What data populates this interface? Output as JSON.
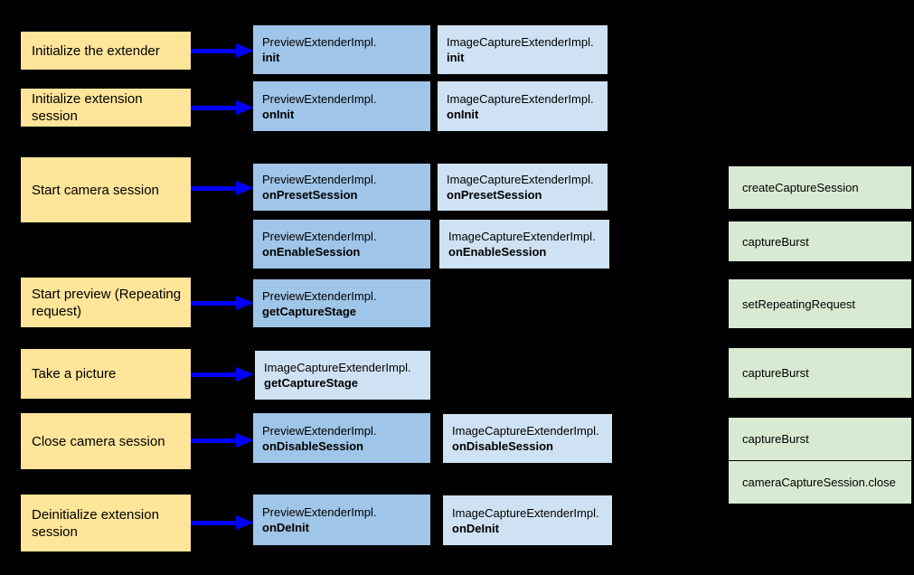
{
  "colors": {
    "background": "#000000",
    "step_fill": "#ffe599",
    "preview_fill": "#9fc5e8",
    "imagecapture_fill": "#cfe2f3",
    "camera_fill": "#d9ead3",
    "arrow": "#0000ff",
    "text": "#000000"
  },
  "steps": [
    {
      "label": "Initialize the extender"
    },
    {
      "label": "Initialize extension session"
    },
    {
      "label": "Start camera session"
    },
    {
      "label": "Start preview (Repeating request)"
    },
    {
      "label": "Take a picture"
    },
    {
      "label": "Close camera session"
    },
    {
      "label": "Deinitialize extension session"
    }
  ],
  "preview_boxes": [
    {
      "cls": "PreviewExtenderImpl.",
      "method": "init"
    },
    {
      "cls": "PreviewExtenderImpl.",
      "method": "onInit"
    },
    {
      "cls": "PreviewExtenderImpl.",
      "method": "onPresetSession"
    },
    {
      "cls": "PreviewExtenderImpl.",
      "method": "onEnableSession"
    },
    {
      "cls": "PreviewExtenderImpl.",
      "method": "getCaptureStage"
    },
    {
      "cls": "PreviewExtenderImpl.",
      "method": "onDisableSession"
    },
    {
      "cls": "PreviewExtenderImpl.",
      "method": "onDeInit"
    }
  ],
  "imagecapture_boxes": [
    {
      "cls": "ImageCaptureExtenderImpl.",
      "method": "init"
    },
    {
      "cls": "ImageCaptureExtenderImpl.",
      "method": "onInit"
    },
    {
      "cls": "ImageCaptureExtenderImpl.",
      "method": "onPresetSession"
    },
    {
      "cls": "ImageCaptureExtenderImpl.",
      "method": "onEnableSession"
    },
    {
      "cls": "ImageCaptureExtenderImpl.",
      "method": "getCaptureStage"
    },
    {
      "cls": "ImageCaptureExtenderImpl.",
      "method": "onDisableSession"
    },
    {
      "cls": "ImageCaptureExtenderImpl.",
      "method": "onDeInit"
    }
  ],
  "camera_boxes": [
    "createCaptureSession",
    "captureBurst",
    "setRepeatingRequest",
    "captureBurst",
    "captureBurst",
    "cameraCaptureSession.close"
  ]
}
